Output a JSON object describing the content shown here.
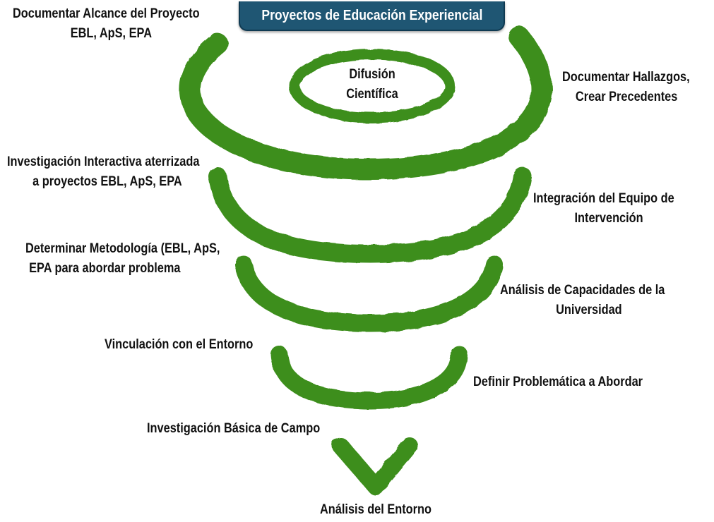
{
  "title": "Proyectos de Educación Experiencial",
  "colors": {
    "spiral": "#3e8e1c",
    "title_bg": "#1f5673",
    "text": "#111111"
  },
  "labels": {
    "top_left": [
      "Documentar Alcance del Proyecto",
      "EBL, ApS, EPA"
    ],
    "center": [
      "Difusión",
      "Científica"
    ],
    "top_right": [
      "Documentar Hallazgos,",
      "Crear Precedentes"
    ],
    "left_2": [
      "Investigación Interactiva aterrizada",
      "a proyectos EBL, ApS, EPA"
    ],
    "right_2": [
      "Integración del Equipo de",
      "Intervención"
    ],
    "left_3": [
      "Determinar Metodología (EBL, ApS,",
      "EPA para abordar problema"
    ],
    "right_3": [
      "Análisis de Capacidades de la",
      "Universidad"
    ],
    "left_4": "Vinculación con el Entorno",
    "right_4": "Definir Problemática a Abordar",
    "left_5": "Investigación Básica de Campo",
    "bottom": "Análisis del Entorno"
  }
}
